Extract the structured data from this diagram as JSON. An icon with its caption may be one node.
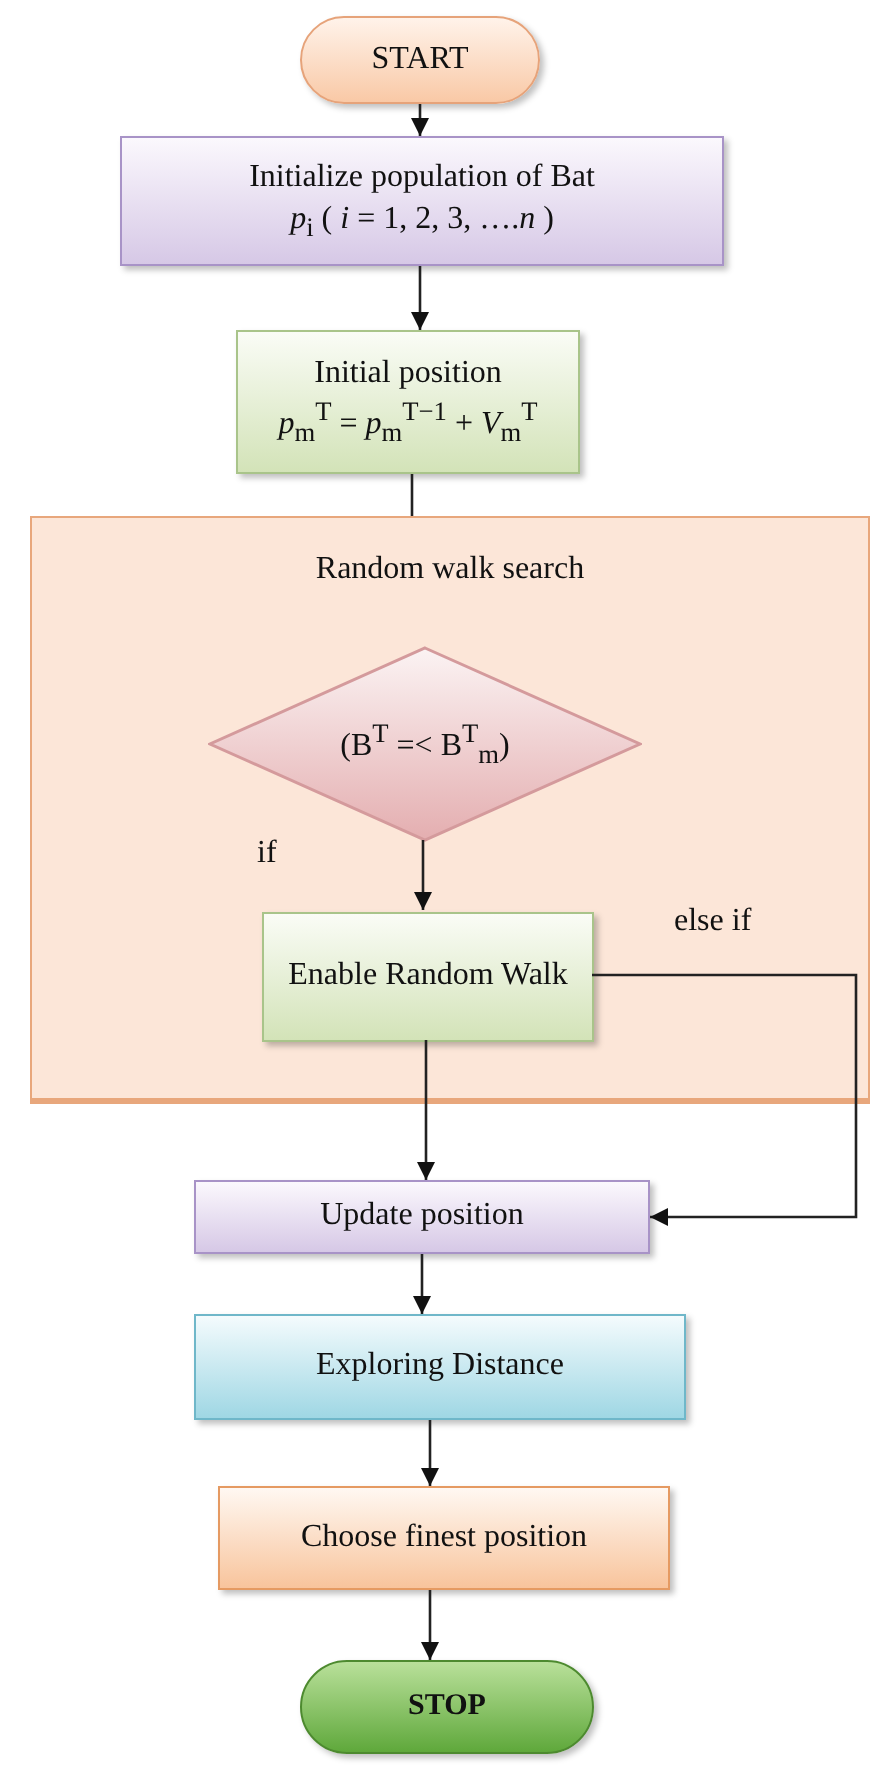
{
  "diagram": {
    "nodes": [
      {
        "text": [
          "START"
        ]
      },
      {
        "text": [
          "Initialize population of Bat",
          "*p*$_{i}$ ( *i* = 1, 2, 3, ….*n* )"
        ]
      },
      {
        "text": [
          "Initial position",
          "*p*$_{m}$$^{T}$ = *p*$_{m}$$^{T−1}$ + *V*$_{m}$$^{T}$"
        ]
      },
      {
        "text": [
          "Random walk search"
        ]
      },
      {
        "text": [
          "(B$^{T}$ =< B$^{T}$$_{m}$)"
        ],
        "in": 3
      },
      {
        "text": [
          "Enable Random Walk"
        ],
        "in": 3
      },
      {
        "text": [
          "Update position"
        ]
      },
      {
        "text": [
          "Exploring Distance"
        ]
      },
      {
        "text": [
          "Choose finest position"
        ]
      },
      {
        "text": [
          "STOP"
        ]
      }
    ],
    "edges": [
      {
        "from": 0,
        "to": 1,
        "arrow": "to"
      },
      {
        "from": 1,
        "to": 2,
        "arrow": "to"
      },
      {
        "from": 2,
        "to": 3,
        "arrow": "none"
      },
      {
        "from": 4,
        "to": 5,
        "arrow": "to",
        "label": "if"
      },
      {
        "from": 5,
        "to": 6,
        "arrow": "to"
      },
      {
        "from": 5,
        "to": 6,
        "arrow": "to",
        "label": "else if"
      },
      {
        "from": 6,
        "to": 7,
        "arrow": "to"
      },
      {
        "from": 7,
        "to": 8,
        "arrow": "to"
      },
      {
        "from": 8,
        "to": 9,
        "arrow": "to"
      }
    ]
  }
}
